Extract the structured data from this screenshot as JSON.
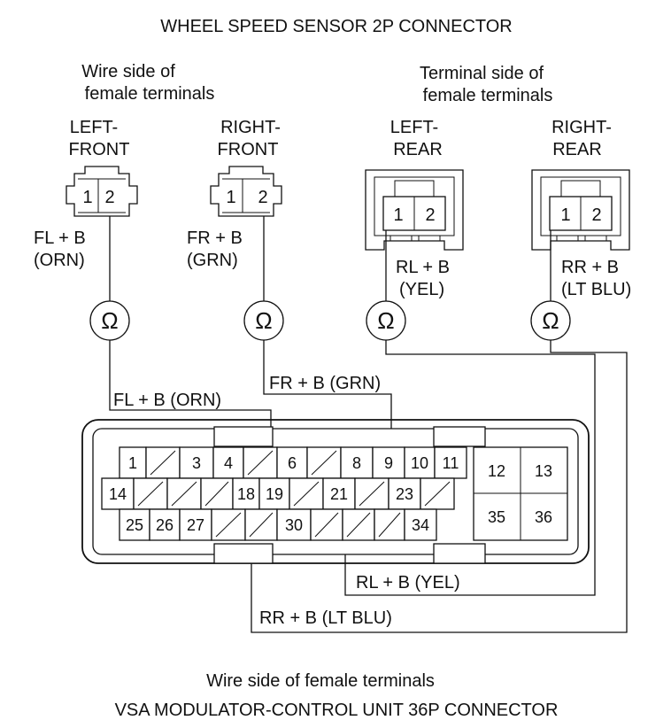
{
  "title": "WHEEL SPEED SENSOR 2P CONNECTOR",
  "left_caption": [
    "Wire side of",
    "female terminals"
  ],
  "right_caption": [
    "Terminal side of",
    "female terminals"
  ],
  "sensors": {
    "left_front": {
      "name": [
        "LEFT-",
        "FRONT"
      ],
      "pin1": "1",
      "pin2": "2",
      "label": [
        "FL  + B",
        "(ORN)"
      ]
    },
    "right_front": {
      "name": [
        "RIGHT-",
        "FRONT"
      ],
      "pin1": "1",
      "pin2": "2",
      "label": [
        "FR  + B",
        "(GRN)"
      ]
    },
    "left_rear": {
      "name": [
        "LEFT-",
        "REAR"
      ],
      "pin1": "1",
      "pin2": "2",
      "label": [
        "RL  + B",
        "(YEL)"
      ]
    },
    "right_rear": {
      "name": [
        "RIGHT-",
        "REAR"
      ],
      "pin1": "1",
      "pin2": "2",
      "label": [
        "RR  + B",
        "(LT BLU)"
      ]
    }
  },
  "ohm_symbol": "Ω",
  "wire_labels": {
    "fl": "FL  + B (ORN)",
    "fr": "FR  + B (GRN)",
    "rl": "RL  + B (YEL)",
    "rr": "RR  + B (LT BLU)"
  },
  "connector_36p": {
    "row1": [
      "1",
      "3",
      "4",
      "6",
      "8",
      "9",
      "10",
      "11"
    ],
    "row2": [
      "14",
      "18",
      "19",
      "21",
      "23"
    ],
    "row3": [
      "25",
      "26",
      "27",
      "30",
      "34"
    ],
    "block": [
      "12",
      "13",
      "35",
      "36"
    ]
  },
  "bottom_caption": "Wire side of female terminals",
  "bottom_title": "VSA MODULATOR-CONTROL UNIT 36P CONNECTOR"
}
